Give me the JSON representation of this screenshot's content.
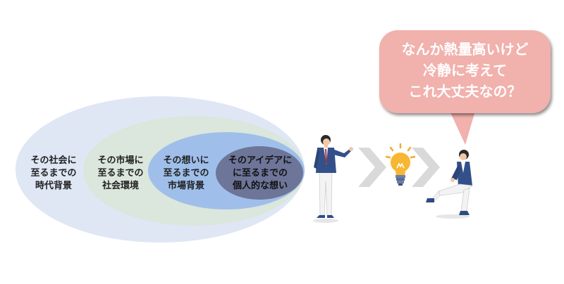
{
  "diagram": {
    "circles": [
      {
        "lines": [
          "その社会に",
          "至るまでの",
          "時代背景"
        ]
      },
      {
        "lines": [
          "その市場に",
          "至るまでの",
          "社会環境"
        ]
      },
      {
        "lines": [
          "その想いに",
          "至るまでの",
          "市場背景"
        ]
      },
      {
        "lines": [
          "そのアイデアに",
          "に至るまでの",
          "個人的な想い"
        ]
      }
    ],
    "speech_bubble": {
      "lines": [
        "なんか熱量高いけど",
        "冷静に考えて",
        "これ大丈夫なの？"
      ]
    },
    "icons": [
      "presenter-figure",
      "chevron-arrow",
      "lightbulb-icon",
      "chevron-arrow",
      "seated-listener-figure"
    ],
    "colors": {
      "outer": "#dfe7f5",
      "second": "#dbe6dc",
      "third": "#9fbfea",
      "inner": "#6d7599",
      "bubble": "#f1b1ad",
      "chevron": "#d9d9d9",
      "suit": "#34508a"
    }
  }
}
